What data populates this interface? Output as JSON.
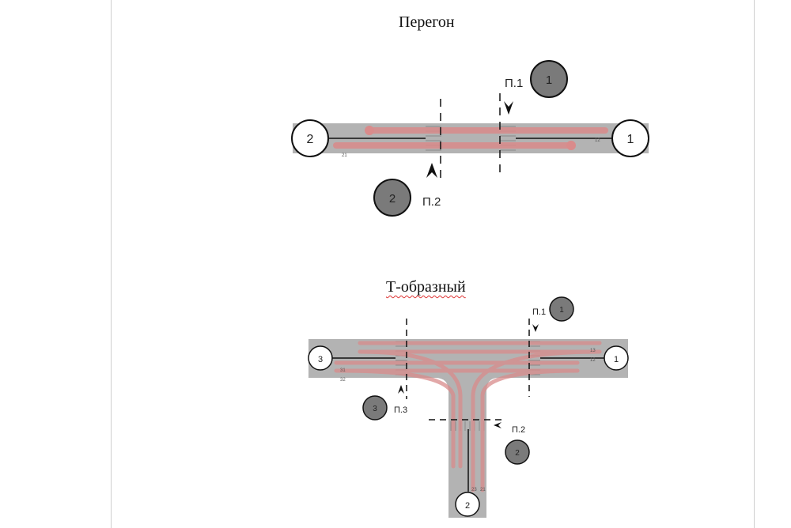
{
  "diagrams": [
    {
      "title": "Перегон",
      "nodes": [
        "1",
        "2"
      ],
      "posts": [
        {
          "label": "П.1",
          "number": "1"
        },
        {
          "label": "П.2",
          "number": "2"
        }
      ],
      "lane_labels": [
        "21",
        "12"
      ]
    },
    {
      "title": "Т-образный",
      "nodes": [
        "1",
        "2",
        "3"
      ],
      "posts": [
        {
          "label": "П.1",
          "number": "1"
        },
        {
          "label": "П.2",
          "number": "2"
        },
        {
          "label": "П.3",
          "number": "3"
        }
      ],
      "lane_labels": [
        "31",
        "32",
        "13",
        "12",
        "23",
        "21"
      ]
    }
  ],
  "colors": {
    "road": "#b3b3b3",
    "flow": "#d98b8b",
    "post": "#7a7a7a"
  }
}
